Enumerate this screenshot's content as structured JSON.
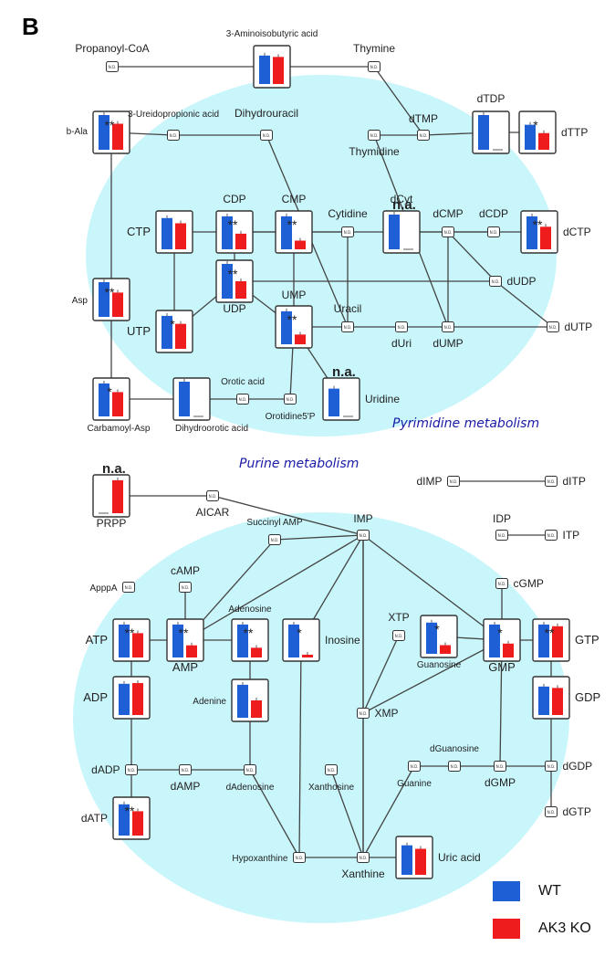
{
  "panel_label": "B",
  "sections": {
    "pyrimidine": "Pyrimidine metabolism",
    "purine": "Purine metabolism"
  },
  "legend": {
    "wt": {
      "label": "WT",
      "color": "#1f5fd6"
    },
    "ko": {
      "label": "AK3 KO",
      "color": "#ee1c1c"
    }
  },
  "colors": {
    "ellipse": "#c9f6fb",
    "line": "#444444"
  },
  "nd_text": "N.D.",
  "na_text": "n.a.",
  "metabolites": [
    {
      "id": "propanoyl",
      "label": "Propanoyl-CoA",
      "kind": "node"
    },
    {
      "id": "aminoiso",
      "label": "3-Aminoisobutyric acid",
      "kind": "chart",
      "wt": 0.82,
      "ko": 0.78,
      "sig": ""
    },
    {
      "id": "thymine",
      "label": "Thymine",
      "kind": "node"
    },
    {
      "id": "dtdp",
      "label": "dTDP",
      "kind": "chart",
      "wt": 1.0,
      "ko": 0,
      "sig": ""
    },
    {
      "id": "dttp",
      "label": "dTTP",
      "kind": "chart",
      "wt": 0.72,
      "ko": 0.48,
      "sig": "*"
    },
    {
      "id": "bala",
      "label": "b-Ala",
      "kind": "chart",
      "wt": 1.0,
      "ko": 0.75,
      "sig": "**"
    },
    {
      "id": "ureido",
      "label": "3-Ureidopropionic acid",
      "kind": "node"
    },
    {
      "id": "dihydrouracil",
      "label": "Dihydrouracil",
      "kind": "node"
    },
    {
      "id": "dtmp",
      "label": "dTMP",
      "kind": "node"
    },
    {
      "id": "thymidine",
      "label": "Thymidine",
      "kind": "node"
    },
    {
      "id": "ctp",
      "label": "CTP",
      "kind": "chart",
      "wt": 0.9,
      "ko": 0.75,
      "sig": ""
    },
    {
      "id": "cdp",
      "label": "CDP",
      "kind": "chart",
      "wt": 0.95,
      "ko": 0.45,
      "sig": "**"
    },
    {
      "id": "cmp",
      "label": "CMP",
      "kind": "chart",
      "wt": 0.95,
      "ko": 0.25,
      "sig": "**"
    },
    {
      "id": "cytidine",
      "label": "Cytidine",
      "kind": "node"
    },
    {
      "id": "dcyt",
      "label": "dCyt",
      "kind": "chart",
      "wt": 1.0,
      "ko": 0,
      "sig": "",
      "na": true
    },
    {
      "id": "dcmp",
      "label": "dCMP",
      "kind": "node"
    },
    {
      "id": "dcdp",
      "label": "dCDP",
      "kind": "node"
    },
    {
      "id": "dctp",
      "label": "dCTP",
      "kind": "chart",
      "wt": 0.95,
      "ko": 0.65,
      "sig": "**"
    },
    {
      "id": "dudp",
      "label": "dUDP",
      "kind": "node"
    },
    {
      "id": "udp",
      "label": "UDP",
      "kind": "chart",
      "wt": 1.0,
      "ko": 0.5,
      "sig": "**"
    },
    {
      "id": "asp",
      "label": "Asp",
      "kind": "chart",
      "wt": 1.0,
      "ko": 0.7,
      "sig": "**"
    },
    {
      "id": "utp",
      "label": "UTP",
      "kind": "chart",
      "wt": 0.95,
      "ko": 0.72,
      "sig": "*"
    },
    {
      "id": "ump",
      "label": "UMP",
      "kind": "chart",
      "wt": 0.95,
      "ko": 0.28,
      "sig": "**"
    },
    {
      "id": "uracil",
      "label": "Uracil",
      "kind": "node"
    },
    {
      "id": "duri",
      "label": "dUri",
      "kind": "node"
    },
    {
      "id": "dump",
      "label": "dUMP",
      "kind": "node"
    },
    {
      "id": "dutp",
      "label": "dUTP",
      "kind": "node"
    },
    {
      "id": "carbasp",
      "label": "Carbamoyl-Asp",
      "kind": "chart",
      "wt": 0.95,
      "ko": 0.7,
      "sig": "*"
    },
    {
      "id": "dihydroorotic",
      "label": "Dihydroorotic acid",
      "kind": "chart",
      "wt": 1.0,
      "ko": 0,
      "sig": ""
    },
    {
      "id": "orotic",
      "label": "Orotic acid",
      "kind": "node"
    },
    {
      "id": "orotidine",
      "label": "Orotidine5'P",
      "kind": "node"
    },
    {
      "id": "uridine",
      "label": "Uridine",
      "kind": "chart",
      "wt": 0.8,
      "ko": 0,
      "sig": "",
      "na": true
    },
    {
      "id": "prpp",
      "label": "PRPP",
      "kind": "chart",
      "wt": 0,
      "ko": 0.95,
      "sig": "",
      "na": true
    },
    {
      "id": "aicar",
      "label": "AICAR",
      "kind": "node"
    },
    {
      "id": "dimp",
      "label": "dIMP",
      "kind": "node"
    },
    {
      "id": "ditp",
      "label": "dITP",
      "kind": "node"
    },
    {
      "id": "succamp",
      "label": "Succinyl AMP",
      "kind": "node"
    },
    {
      "id": "imp",
      "label": "IMP",
      "kind": "node"
    },
    {
      "id": "idp",
      "label": "IDP",
      "kind": "node"
    },
    {
      "id": "itp",
      "label": "ITP",
      "kind": "node"
    },
    {
      "id": "camp",
      "label": "cAMP",
      "kind": "node"
    },
    {
      "id": "appppa",
      "label": "ApppA",
      "kind": "node"
    },
    {
      "id": "cgmp",
      "label": "cGMP",
      "kind": "node"
    },
    {
      "id": "xtp",
      "label": "XTP",
      "kind": "node"
    },
    {
      "id": "atp",
      "label": "ATP",
      "kind": "chart",
      "wt": 0.95,
      "ko": 0.7,
      "sig": "**"
    },
    {
      "id": "amp",
      "label": "AMP",
      "kind": "chart",
      "wt": 0.95,
      "ko": 0.35,
      "sig": "**"
    },
    {
      "id": "adenosine",
      "label": "Adenosine",
      "kind": "chart",
      "wt": 0.95,
      "ko": 0.28,
      "sig": "**"
    },
    {
      "id": "inosine",
      "label": "Inosine",
      "kind": "chart",
      "wt": 0.95,
      "ko": 0.08,
      "sig": "*"
    },
    {
      "id": "guanosine",
      "label": "Guanosine",
      "kind": "chart",
      "wt": 0.9,
      "ko": 0.25,
      "sig": "*"
    },
    {
      "id": "gmp",
      "label": "GMP",
      "kind": "chart",
      "wt": 0.95,
      "ko": 0.4,
      "sig": "*"
    },
    {
      "id": "gtp",
      "label": "GTP",
      "kind": "chart",
      "wt": 0.95,
      "ko": 0.9,
      "sig": "**"
    },
    {
      "id": "adp",
      "label": "ADP",
      "kind": "chart",
      "wt": 0.9,
      "ko": 0.92,
      "sig": ""
    },
    {
      "id": "adenine",
      "label": "Adenine",
      "kind": "chart",
      "wt": 0.95,
      "ko": 0.5,
      "sig": ""
    },
    {
      "id": "gdp",
      "label": "GDP",
      "kind": "chart",
      "wt": 0.82,
      "ko": 0.78,
      "sig": ""
    },
    {
      "id": "xmp",
      "label": "XMP",
      "kind": "node"
    },
    {
      "id": "dadp",
      "label": "dADP",
      "kind": "node"
    },
    {
      "id": "damp",
      "label": "dAMP",
      "kind": "node"
    },
    {
      "id": "dadenosine",
      "label": "dAdenosine",
      "kind": "node"
    },
    {
      "id": "xanthosine",
      "label": "Xanthosine",
      "kind": "node"
    },
    {
      "id": "guanine",
      "label": "Guanine",
      "kind": "node"
    },
    {
      "id": "dguanosine",
      "label": "dGuanosine",
      "kind": "node"
    },
    {
      "id": "dgmp",
      "label": "dGMP",
      "kind": "node"
    },
    {
      "id": "dgdp",
      "label": "dGDP",
      "kind": "node"
    },
    {
      "id": "dgtp",
      "label": "dGTP",
      "kind": "node"
    },
    {
      "id": "datp",
      "label": "dATP",
      "kind": "chart",
      "wt": 0.9,
      "ko": 0.7,
      "sig": "**"
    },
    {
      "id": "hypoxanthine",
      "label": "Hypoxanthine",
      "kind": "node"
    },
    {
      "id": "xanthine",
      "label": "Xanthine",
      "kind": "node"
    },
    {
      "id": "uricacid",
      "label": "Uric acid",
      "kind": "chart",
      "wt": 0.85,
      "ko": 0.75,
      "sig": ""
    }
  ],
  "edges": [
    [
      "propanoyl",
      "aminoiso"
    ],
    [
      "aminoiso",
      "thymine"
    ],
    [
      "thymine",
      "dtmp"
    ],
    [
      "dtmp",
      "thymidine"
    ],
    [
      "bala",
      "ureido"
    ],
    [
      "ureido",
      "dihydrouracil"
    ],
    [
      "dtmp",
      "dtdp"
    ],
    [
      "dtdp",
      "dttp"
    ],
    [
      "ctp",
      "cdp"
    ],
    [
      "cdp",
      "cmp"
    ],
    [
      "cmp",
      "cytidine"
    ],
    [
      "dcyt",
      "dcmp"
    ],
    [
      "dcmp",
      "dcdp"
    ],
    [
      "dcdp",
      "dctp"
    ],
    [
      "udp",
      "dudp"
    ],
    [
      "utp",
      "udp"
    ],
    [
      "udp",
      "ump"
    ],
    [
      "ump",
      "uracil"
    ],
    [
      "uracil",
      "duri"
    ],
    [
      "duri",
      "dump"
    ],
    [
      "dump",
      "dutp"
    ],
    [
      "bala",
      "asp"
    ],
    [
      "asp",
      "carbasp"
    ],
    [
      "carbasp",
      "dihydroorotic"
    ],
    [
      "dihydroorotic",
      "orotic"
    ],
    [
      "orotic",
      "orotidine"
    ],
    [
      "ump",
      "uridine"
    ],
    [
      "prpp",
      "aicar"
    ],
    [
      "aicar",
      "imp"
    ],
    [
      "dimp",
      "ditp"
    ],
    [
      "idp",
      "itp"
    ],
    [
      "succamp",
      "imp"
    ],
    [
      "atp",
      "amp"
    ],
    [
      "amp",
      "adenosine"
    ],
    [
      "atp",
      "adp"
    ],
    [
      "adp",
      "dadp"
    ],
    [
      "dadp",
      "datp"
    ],
    [
      "dadp",
      "damp"
    ],
    [
      "damp",
      "dadenosine"
    ],
    [
      "hypoxanthine",
      "xanthine"
    ],
    [
      "xanthine",
      "uricacid"
    ],
    [
      "guanine",
      "dguanosine"
    ],
    [
      "dguanosine",
      "dgmp"
    ],
    [
      "dgmp",
      "dgdp"
    ],
    [
      "gmp",
      "gtp"
    ],
    [
      "gtp",
      "gdp"
    ],
    [
      "gdp",
      "dgdp"
    ],
    [
      "dgdp",
      "dgtp"
    ],
    [
      "guanosine",
      "gmp"
    ],
    [
      "camp",
      "amp"
    ],
    [
      "imp",
      "amp"
    ],
    [
      "imp",
      "inosine"
    ],
    [
      "imp",
      "xmp"
    ],
    [
      "imp",
      "xanthine"
    ],
    [
      "imp",
      "gmp"
    ],
    [
      "amp",
      "succamp"
    ],
    [
      "inosine",
      "hypoxanthine"
    ],
    [
      "adenosine",
      "adenine"
    ],
    [
      "dadenosine",
      "adenine"
    ],
    [
      "xanthosine",
      "xanthine"
    ],
    [
      "guanine",
      "xanthine"
    ],
    [
      "gmp",
      "dgmp"
    ],
    [
      "xmp",
      "xanthine"
    ],
    [
      "xmp",
      "gmp"
    ],
    [
      "cgmp",
      "gmp"
    ],
    [
      "ctp",
      "utp"
    ],
    [
      "cdp",
      "udp"
    ],
    [
      "cmp",
      "ump"
    ],
    [
      "cytidine",
      "uracil"
    ],
    [
      "dcmp",
      "dump"
    ],
    [
      "dcmp",
      "dudp"
    ],
    [
      "dudp",
      "dutp"
    ],
    [
      "dihydrouracil",
      "uracil"
    ],
    [
      "thymidine",
      "dump"
    ],
    [
      "cdp",
      "dcdp"
    ],
    [
      "xtp",
      "xmp"
    ],
    [
      "ump",
      "orotidine"
    ],
    [
      "dadenosine",
      "hypoxanthine"
    ]
  ]
}
